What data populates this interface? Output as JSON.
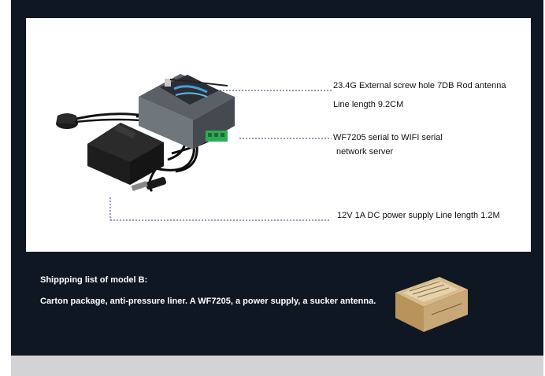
{
  "callouts": {
    "antenna_line1": "23.4G External screw hole  7DB Rod antenna",
    "antenna_line2": "Line length 9.2CM",
    "server_line1": "WF7205 serial to WIFI serial",
    "server_line2": "network server",
    "power": "12V 1A DC power supply  Line length 1.2M"
  },
  "shipping": {
    "title": "Shippping list of model B:",
    "description": "Carton package, anti-pressure liner. A WF7205, a power supply, a sucker antenna."
  },
  "colors": {
    "panel_bg": "#0f1722",
    "bottom_strip": "#d3d3d5",
    "leader_line": "#2a3a8a",
    "carton": "#c9a877"
  }
}
